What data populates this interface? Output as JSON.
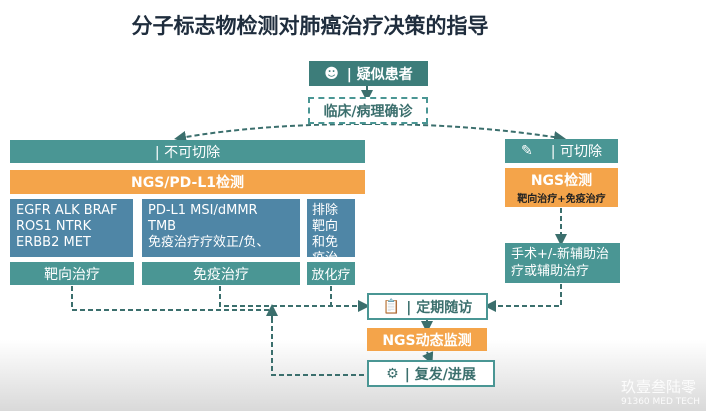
{
  "title": "分子标志物检测对肺癌治疗决策的指导",
  "nodes": {
    "suspected": "| 疑似患者",
    "diagnosis": "临床/病理确诊",
    "unresectable": "| 不可切除",
    "ngs_pdl1": "NGS/PD-L1检测",
    "targets": [
      "EGFR ALK BRAF",
      "ROS1 NTRK",
      "ERBB2 MET"
    ],
    "immune_markers": [
      "PD-L1  MSI/dMMR",
      "TMB",
      "免疫治疗疗效正/负、"
    ],
    "exclude": "排除靶向和免疫治疗",
    "targeted_therapy": "靶向治疗",
    "immunotherapy": "免疫治疗",
    "chemoradio": "放化疗",
    "resectable": "| 可切除",
    "ngs_test": "NGS检测",
    "ngs_test_sub": "靶向治疗+免疫治疗",
    "surgery": "手术+/-新辅助治疗或辅助治疗",
    "followup": "| 定期随访",
    "ngs_monitor": "NGS动态监测",
    "relapse": "| 复发/进展"
  },
  "watermark": {
    "name": "玖壹叁陆零",
    "sub": "91360 MED TECH"
  }
}
